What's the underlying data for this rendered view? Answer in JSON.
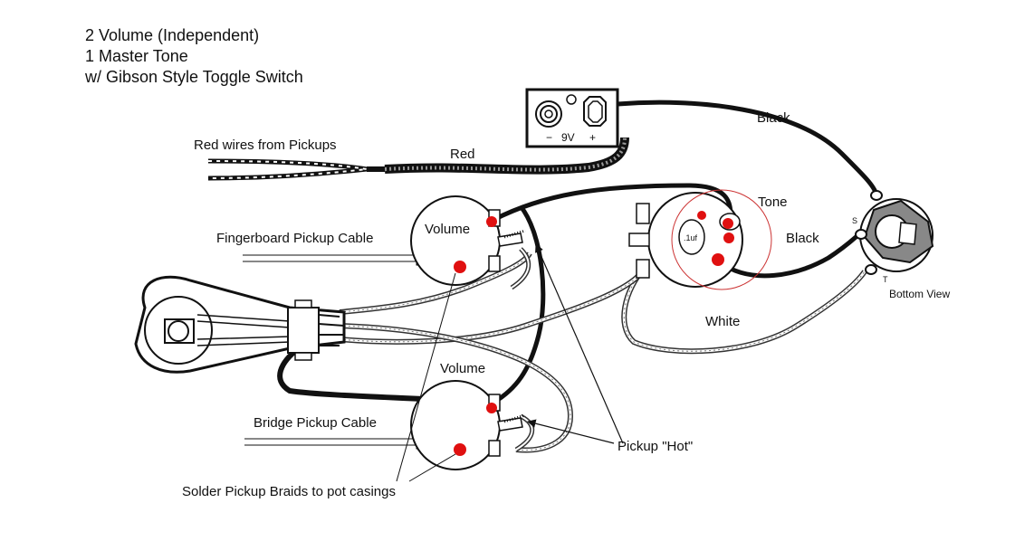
{
  "title": {
    "line1": "2 Volume (Independent)",
    "line2": "1 Master Tone",
    "line3": "w/ Gibson Style Toggle Switch"
  },
  "battery": {
    "minus": "−",
    "voltage": "9V",
    "plus": "+"
  },
  "labels": {
    "red_wires": "Red wires from Pickups",
    "red": "Red",
    "black_top": "Black",
    "black_mid": "Black",
    "tone": "Tone",
    "volume_top": "Volume",
    "volume_bottom": "Volume",
    "fingerboard_cable": "Fingerboard Pickup Cable",
    "bridge_cable": "Bridge Pickup Cable",
    "white": "White",
    "bottom_view": "Bottom View",
    "pickup_hot": "Pickup \"Hot\"",
    "solder_braids": "Solder Pickup Braids to pot casings",
    "capacitor": ".1uf",
    "jack_s": "S",
    "jack_t": "T"
  },
  "colors": {
    "solder": "#e01010",
    "tone_circle": "#cc3333",
    "wire": "#111111"
  }
}
